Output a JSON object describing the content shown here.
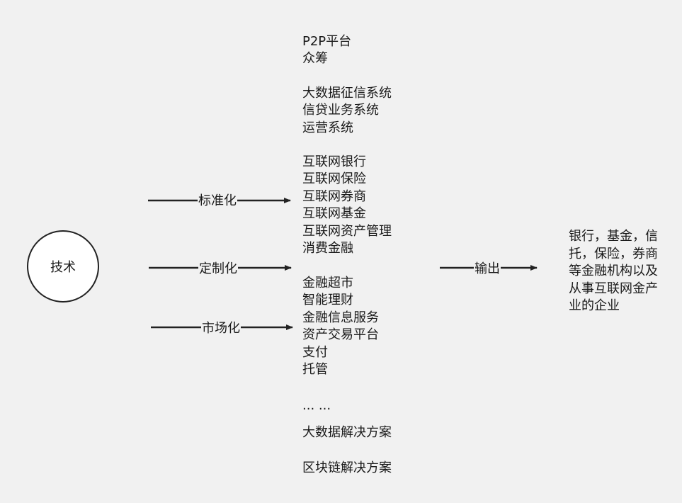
{
  "source_node": "技术",
  "paths": [
    {
      "label": "标准化"
    },
    {
      "label": "定制化"
    },
    {
      "label": "市场化"
    }
  ],
  "offerings": {
    "group1": [
      "P2P平台",
      "众筹"
    ],
    "group2": [
      "大数据征信系统",
      "信贷业务系统",
      "运营系统"
    ],
    "group3": [
      "互联网银行",
      "互联网保险",
      "互联网券商",
      "互联网基金",
      "互联网资产管理",
      "消费金融"
    ],
    "group4": [
      "金融超市",
      "智能理财",
      "金融信息服务",
      "资产交易平台",
      "支付",
      "托管"
    ],
    "ellipsis": "... ...",
    "big_data_solution": "大数据解决方案",
    "blockchain_solution": "区块链解决方案"
  },
  "output_label": "输出",
  "target_text": "银行，基金，信托，保险，券商等金融机构以及从事互联网金产业的企业",
  "colors": {
    "background": "#f1f1f1",
    "line": "#222222",
    "node_fill": "#ffffff"
  }
}
